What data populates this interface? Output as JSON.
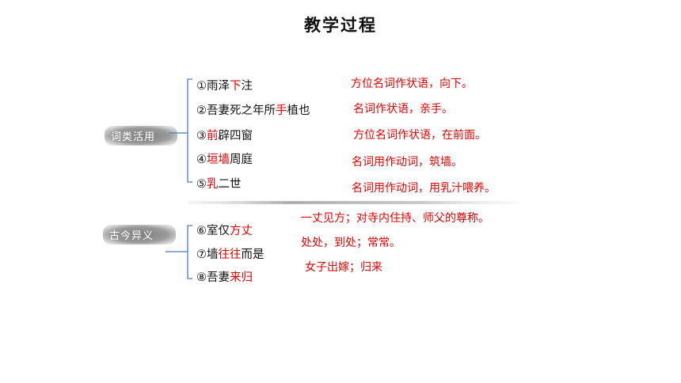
{
  "title": "教学过程",
  "section1": {
    "label": "词类活用",
    "items": [
      {
        "num": "①",
        "pre": "雨泽",
        "hl": "下",
        "post": "注",
        "answer": "方位名词作状语，向下。"
      },
      {
        "num": "②",
        "pre": "吾妻死之年所",
        "hl": "手",
        "post": "植也",
        "answer": "名词作状语，亲手。"
      },
      {
        "num": "③",
        "pre": "",
        "hl": "前",
        "post": "辟四窗",
        "answer": "方位名词作状语，在前面。"
      },
      {
        "num": "④",
        "pre": "",
        "hl": "垣墙",
        "post": "周庭",
        "answer": "名词用作动词，筑墙。"
      },
      {
        "num": "⑤",
        "pre": "",
        "hl": "乳",
        "post": "二世",
        "answer": "名词用作动词，用乳汁喂养。"
      }
    ]
  },
  "section2": {
    "label": "古今异义",
    "items": [
      {
        "num": "⑥",
        "pre": "室仅",
        "hl": "方丈",
        "post": "",
        "answer": "一丈见方；对寺内住持、师父的尊称。"
      },
      {
        "num": "⑦",
        "pre": "墙",
        "hl": "往往",
        "post": "而是",
        "answer": "处处，到处；常常。"
      },
      {
        "num": "⑧",
        "pre": "吾妻",
        "hl": "来归",
        "post": "",
        "answer": "女子出嫁；归来"
      }
    ]
  },
  "colors": {
    "highlight": "#e00000",
    "label_bg": "#8a8a8a"
  }
}
